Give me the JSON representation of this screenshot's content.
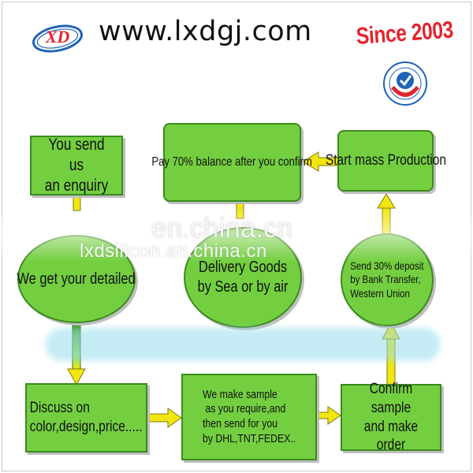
{
  "header": {
    "logo_text": "XD",
    "url": "www.lxdgj.com",
    "since": "Since 2003"
  },
  "watermark": {
    "primary": "en.china.cn",
    "secondary": "lxdsilicon.en.china.cn"
  },
  "flow": {
    "enquiry": "You send us\nan enquiry",
    "detailed": "We get your detailed",
    "discuss": "Discuss on\ncolor,design,price.....",
    "sample": "We make sample\n as you require,and\nthen send for you\nby DHL,TNT,FEDEX..",
    "confirm": "Confirm sample\nand make order",
    "deposit": "Send 30% deposit\nby Bank Transfer,\nWestern Union",
    "mass": "Start mass Production",
    "balance": "Pay 70% balance after you confirm",
    "delivery": "Delivery Goods\nby Sea or by air"
  },
  "colors": {
    "box_fill": "#74cf40",
    "box_border": "#3b8a1d",
    "arrow_fill": "#f2e60f",
    "arrow_stroke": "#7f7a10",
    "brand_red": "#e4242e",
    "logo_blue": "#1f63b8"
  }
}
